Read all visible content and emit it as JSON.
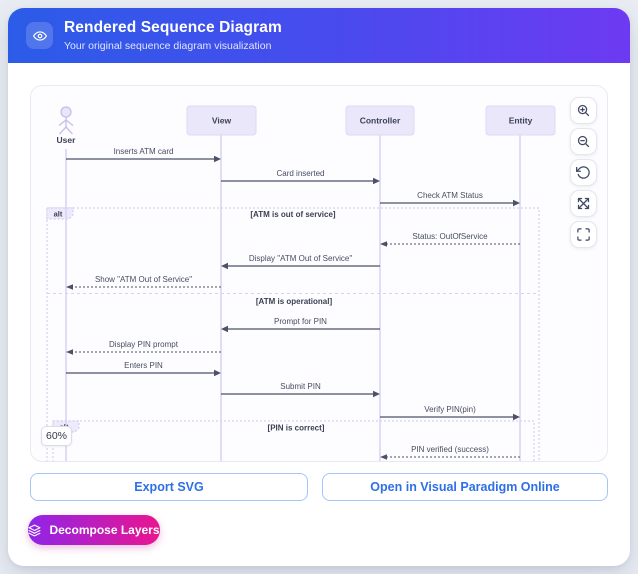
{
  "header": {
    "title": "Rendered Sequence Diagram",
    "subtitle": "Your original sequence diagram visualization",
    "icon": "eye-icon"
  },
  "viewer": {
    "zoom_level": "60%",
    "control_icons": [
      "zoom-in-icon",
      "zoom-out-icon",
      "reset-view-icon",
      "expand-icon",
      "fullscreen-icon"
    ]
  },
  "diagram": {
    "participants": [
      {
        "name": "User",
        "kind": "actor"
      },
      {
        "name": "View",
        "kind": "object"
      },
      {
        "name": "Controller",
        "kind": "object"
      },
      {
        "name": "Entity",
        "kind": "object"
      }
    ],
    "messages": [
      {
        "label": "Inserts ATM card",
        "from": "User",
        "to": "View",
        "style": "solid"
      },
      {
        "label": "Card inserted",
        "from": "View",
        "to": "Controller",
        "style": "solid"
      },
      {
        "label": "Check ATM Status",
        "from": "Controller",
        "to": "Entity",
        "style": "solid"
      },
      {
        "label": "Status: OutOfService",
        "from": "Entity",
        "to": "Controller",
        "style": "dashed"
      },
      {
        "label": "Display \"ATM Out of Service\"",
        "from": "Controller",
        "to": "View",
        "style": "solid"
      },
      {
        "label": "Show \"ATM Out of Service\"",
        "from": "View",
        "to": "User",
        "style": "dashed"
      },
      {
        "label": "Prompt for PIN",
        "from": "Controller",
        "to": "View",
        "style": "solid"
      },
      {
        "label": "Display PIN prompt",
        "from": "View",
        "to": "User",
        "style": "dashed"
      },
      {
        "label": "Enters PIN",
        "from": "User",
        "to": "View",
        "style": "solid"
      },
      {
        "label": "Submit PIN",
        "from": "View",
        "to": "Controller",
        "style": "solid"
      },
      {
        "label": "Verify PIN(pin)",
        "from": "Controller",
        "to": "Entity",
        "style": "solid"
      },
      {
        "label": "PIN verified (success)",
        "from": "Entity",
        "to": "Controller",
        "style": "dashed"
      }
    ],
    "fragments": [
      {
        "operator": "alt",
        "guards": [
          "[ATM is out of service]",
          "[ATM is operational]"
        ]
      },
      {
        "operator": "alt",
        "guards": [
          "[PIN is correct]"
        ]
      }
    ]
  },
  "actions": {
    "export_svg": "Export SVG",
    "open_online": "Open in Visual Paradigm Online",
    "decompose": "Decompose Layers",
    "decompose_icon": "layers-icon"
  },
  "colors": {
    "header_gradient_start": "#2b5ce8",
    "header_gradient_end": "#6d3af2",
    "accent_blue": "#2e6fe7",
    "decompose_gradient_start": "#8f25e8",
    "decompose_gradient_end": "#ea1590",
    "participant_fill": "#eae7fb",
    "lifeline": "#d7cff2",
    "page_background": "#e9edf3"
  }
}
